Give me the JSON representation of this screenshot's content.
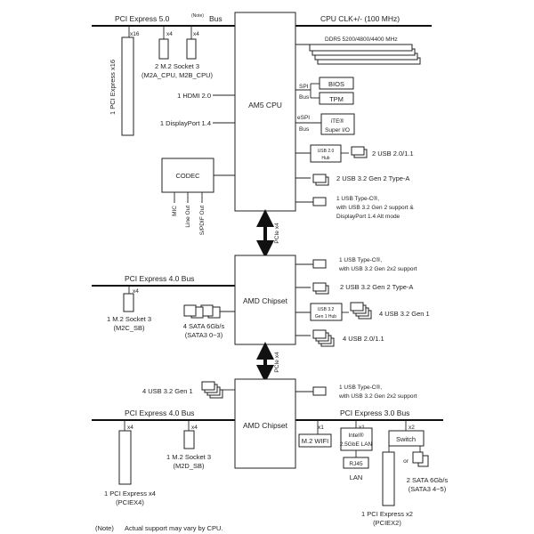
{
  "buses": {
    "pcie5": "PCI Express 5.0",
    "pcie5_note": "(Note)",
    "pcie5_suffix": "Bus",
    "cpu_clk": "CPU CLK+/- (100 MHz)",
    "pcie4_top": "PCI Express 4.0 Bus",
    "pcie4_bottom": "PCI Express 4.0 Bus",
    "pcie3": "PCI Express 3.0 Bus"
  },
  "cpu": {
    "label": "AM5 CPU",
    "pcie_slot": {
      "lanes": "x16",
      "label": "1 PCI Express x16"
    },
    "m2": {
      "lanes1": "x4",
      "lanes2": "x4",
      "line1": "2 M.2 Socket 3",
      "line2": "(M2A_CPU, M2B_CPU)"
    },
    "hdmi": "1 HDMI 2.0",
    "displayport": "1 DisplayPort 1.4",
    "codec": {
      "label": "CODEC",
      "mic": "MIC",
      "line_out": "Line Out",
      "spdif": "S/PDIF Out"
    },
    "ddr5": "DDR5 5200/4800/4400 MHz",
    "spi": {
      "bus": "SPI",
      "bus2": "Bus",
      "bios": "BIOS",
      "tpm": "TPM"
    },
    "espi": {
      "bus": "eSPI",
      "bus2": "Bus",
      "chip1": "iTE®",
      "chip2": "Super I/O"
    },
    "usb2_hub": {
      "label1": "USB 2.0",
      "label2": "Hub"
    },
    "usb2_ports": "2 USB 2.0/1.1",
    "usb32g2a": "2 USB 3.2 Gen 2 Type-A",
    "typec": {
      "line1": "1 USB Type-C®,",
      "line2": "with USB 3.2 Gen 2 support &",
      "line3": "DisplayPort 1.4 Alt mode"
    }
  },
  "links": {
    "upper": "PCIe x4",
    "lower": "PCIe x4"
  },
  "chipset1": {
    "label": "AMD Chipset",
    "m2": {
      "lanes": "x4",
      "line1": "1 M.2 Socket 3",
      "line2": "(M2C_SB)"
    },
    "sata": {
      "line1": "4 SATA 6Gb/s",
      "line2": "(SATA3 0~3)"
    },
    "typec": {
      "line1": "1 USB Type-C®,",
      "line2": "with USB 3.2 Gen 2x2 support"
    },
    "usb32g2a": "2 USB 3.2 Gen 2 Type-A",
    "usb3_hub": {
      "label1": "USB 3.2",
      "label2": "Gen 1 Hub"
    },
    "usb32g1": "4 USB 3.2 Gen 1",
    "usb2": "4 USB 2.0/1.1"
  },
  "chipset2": {
    "label": "AMD Chipset",
    "usb32g1": "4 USB 3.2 Gen 1",
    "typec": {
      "line1": "1 USB Type-C®,",
      "line2": "with USB 3.2 Gen 2x2 support"
    },
    "pcie_slot": {
      "lanes": "x4",
      "line1": "1 PCI Express x4",
      "line2": "(PCIEX4)"
    },
    "m2": {
      "lanes": "x4",
      "line1": "1 M.2 Socket 3",
      "line2": "(M2D_SB)"
    },
    "wifi": {
      "lanes": "x1",
      "label": "M.2 WIFI"
    },
    "lan": {
      "lanes": "x1",
      "chip1": "Intel®",
      "chip2": "2.5GbE LAN",
      "rj45": "RJ45",
      "lan": "LAN"
    },
    "switch": {
      "lanes": "x2",
      "label": "Switch",
      "or": "or"
    },
    "pcie_x2": {
      "line1": "1 PCI Express x2",
      "line2": "(PCIEX2)"
    },
    "sata": {
      "line1": "2 SATA 6Gb/s",
      "line2": "(SATA3 4~5)"
    }
  },
  "note": {
    "mark": "(Note)",
    "text": "Actual support may vary by CPU."
  }
}
